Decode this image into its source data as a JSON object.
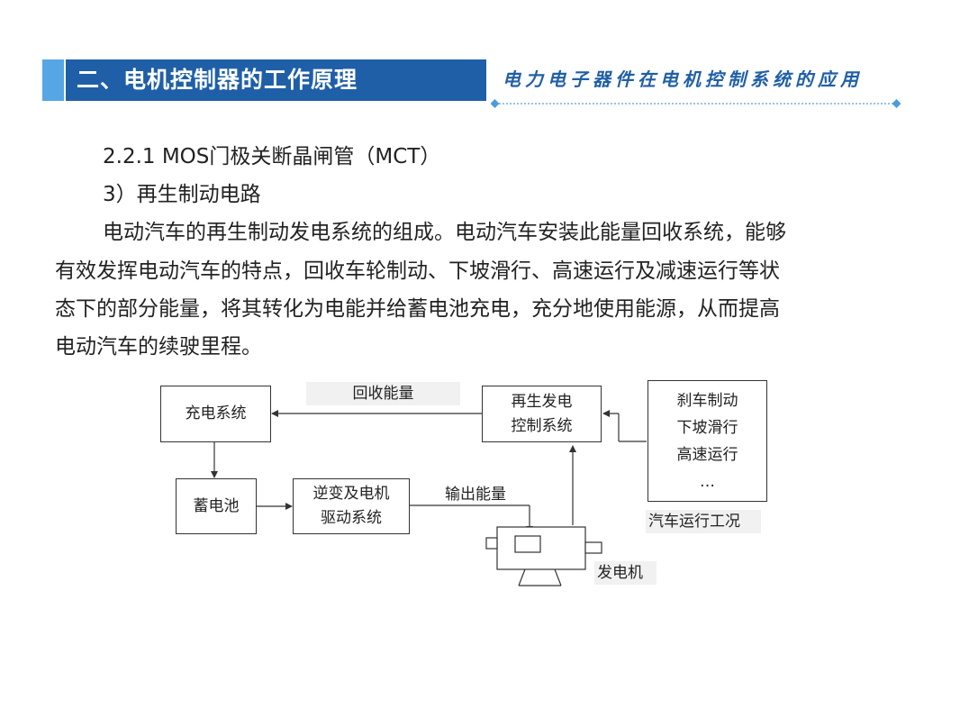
{
  "header": {
    "title": "二、电机控制器的工作原理",
    "subtitle": "电力电子器件在电机控制系统的应用"
  },
  "content": {
    "section": "2.2.1 MOS门极关断晶闸管（MCT）",
    "subsection": "3）再生制动电路",
    "paragraph_lines": [
      "电动汽车的再生制动发电系统的组成。电动汽车安装此能量回收系统，能够",
      "有效发挥电动汽车的特点，回收车轮制动、下坡滑行、高速运行及减速运行等状",
      "态下的部分能量，将其转化为电能并给蓄电池充电，充分地使用能源，从而提高",
      "电动汽车的续驶里程。"
    ]
  },
  "diagram": {
    "charging_system": "充电系统",
    "battery": "蓄电池",
    "inverter_line1": "逆变及电机",
    "inverter_line2": "驱动系统",
    "regen_line1": "再生发电",
    "regen_line2": "控制系统",
    "conditions": [
      "刹车制动",
      "下坡滑行",
      "高速运行",
      "…"
    ],
    "recovered_energy": "回收能量",
    "output_energy": "输出能量",
    "vehicle_conditions": "汽车运行工况",
    "generator": "发电机"
  }
}
